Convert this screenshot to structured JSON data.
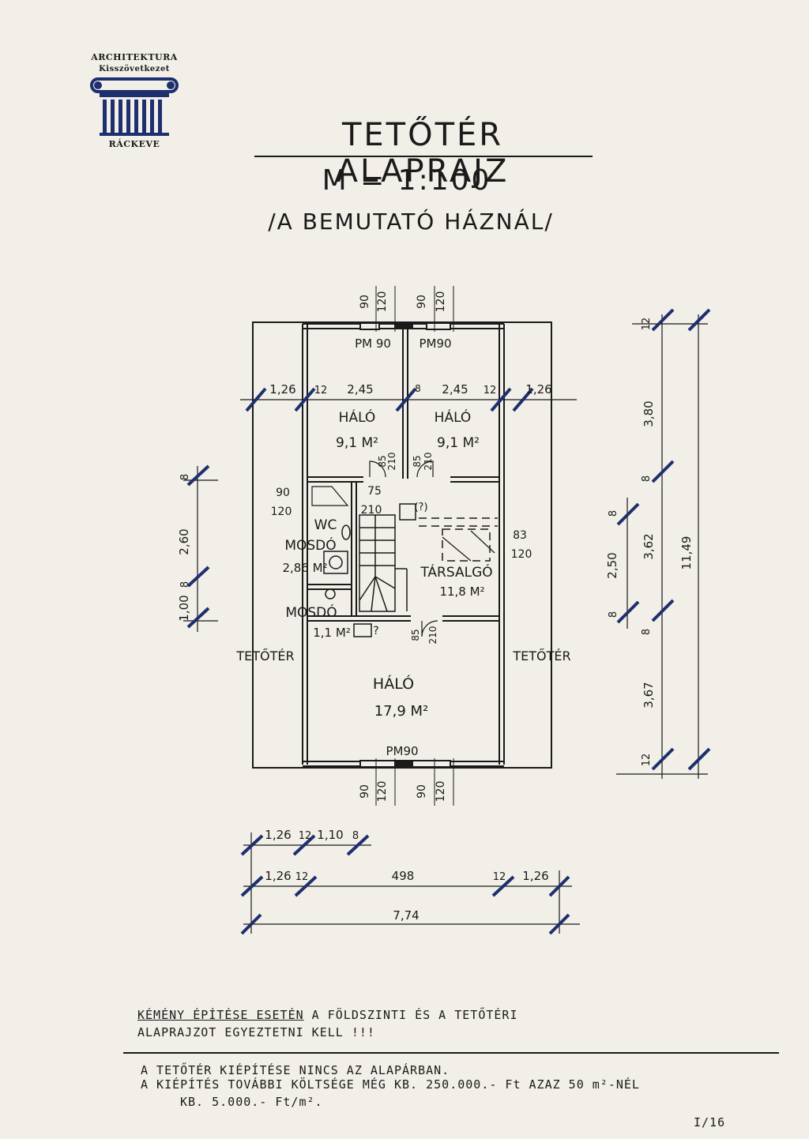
{
  "logo": {
    "line1": "ARCHITEKTURA",
    "line2": "Kisszövetkezet",
    "line3": "RÁCKEVE"
  },
  "header": {
    "title": "TETŐTÉR ALAPRAJZ",
    "scale": "M = 1:100",
    "subtitle": "/A BEMUTATÓ HÁZNÁL/"
  },
  "plan": {
    "rooms": [
      {
        "name": "HÁLÓ",
        "area": "9,1 M²"
      },
      {
        "name": "HÁLÓ",
        "area": "9,1 M²"
      },
      {
        "name": "WC",
        "area": ""
      },
      {
        "name": "MOSDÓ",
        "area": "2,86 M²"
      },
      {
        "name": "MOSDÓ",
        "area": "1,1 M²"
      },
      {
        "name": "TÁRSALGÓ",
        "area": "11,8 M²"
      },
      {
        "name": "HÁLÓ",
        "area": "17,9 M²"
      }
    ],
    "attic_left": "TETŐTÉR",
    "attic_right": "TETŐTÉR",
    "window_labels": [
      "PM 90",
      "PM90",
      "PM90"
    ],
    "opening_dims": [
      "90",
      "120",
      "90",
      "120",
      "90",
      "120",
      "90",
      "120",
      "90",
      "120",
      "83",
      "120",
      "75",
      "210",
      "85",
      "210",
      "85",
      "210",
      "85",
      "210"
    ],
    "inner_dims_top": [
      "1,26",
      "12",
      "2,45",
      "8",
      "2,45",
      "12",
      "1,26"
    ],
    "dims_right": [
      "12",
      "3,80",
      "8",
      "3,62",
      "3,67",
      "12",
      "11,49"
    ],
    "dims_right_inner": [
      "8",
      "2,50",
      "8"
    ],
    "dims_left": [
      "8",
      "2,60",
      "8",
      "1,00"
    ],
    "dims_bottom_row1": [
      "1,26",
      "12",
      "1,10",
      "8"
    ],
    "dims_bottom_row2": [
      "1,26",
      "12",
      "498",
      "12",
      "1,26"
    ],
    "dims_bottom_total": "7,74",
    "question_marks": [
      "(?)",
      "?"
    ]
  },
  "notes": {
    "line1_underlined": "KÉMÉNY ÉPÍTÉSE ESETÉN",
    "line1_rest": " A FÖLDSZINTI ÉS A TETŐTÉRI",
    "line2": "ALAPRAJZOT EGYEZTETNI KELL !!!",
    "line3": "A TETŐTÉR KIÉPÍTÉSE NINCS AZ ALAPÁRBAN.",
    "line4": "A KIÉPÍTÉS TOVÁBBI KÖLTSÉGE MÉG KB. 250.000.- Ft AZAZ 50 m²-NÉL",
    "line5": "KB. 5.000.- Ft/m².",
    "page": "I/16"
  },
  "colors": {
    "ink": "#1a1a1a",
    "marker": "#1d2f6e",
    "paper": "#f2efe8"
  }
}
